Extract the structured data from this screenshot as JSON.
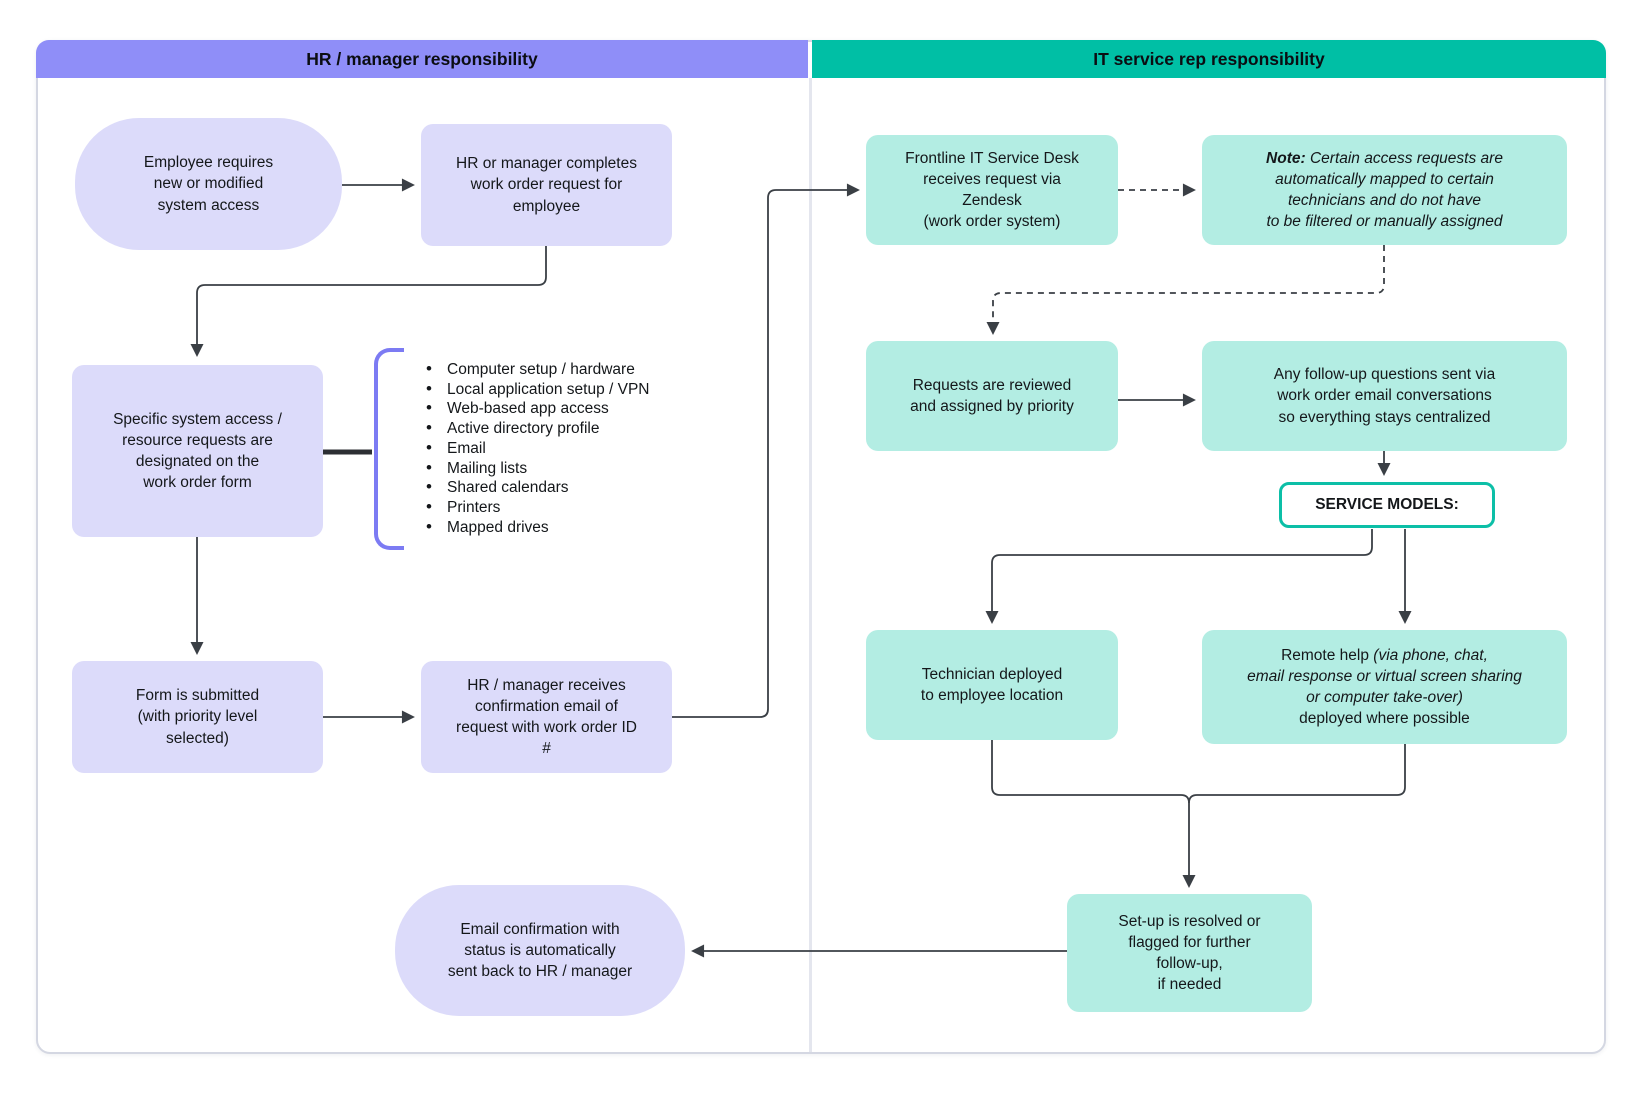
{
  "headers": {
    "left": "HR / manager responsibility",
    "right": "IT service rep responsibility"
  },
  "colors": {
    "hr_header": "#8f8ef8",
    "it_header": "#00bfa5",
    "hr_box": "#dcdbfa",
    "it_box": "#b3ede3",
    "bracket": "#7c7bf3",
    "connector": "#3a3f45",
    "service_models_border": "#0cbfa7"
  },
  "nodes": {
    "employee_requires": "Employee requires\nnew or modified\nsystem access",
    "hr_completes": "HR or manager completes\nwork order request for\nemployee",
    "specific_access": "Specific system access /\nresource requests are\ndesignated on the\nwork order form",
    "form_submitted": "Form is submitted\n(with priority level\nselected)",
    "hr_receives": "HR / manager receives\nconfirmation email of\nrequest with work order ID\n#",
    "email_confirmation": "Email confirmation with\nstatus is automatically\nsent back to HR / manager",
    "frontline_desk": "Frontline IT Service Desk\nreceives request via\nZendesk\n(work order system)",
    "note_bold": "Note:",
    "note_rest": " Certain access requests are\nautomatically mapped to certain\ntechnicians and do not have\nto be filtered or manually assigned",
    "requests_reviewed": "Requests are reviewed\nand assigned by priority",
    "follow_up": "Any follow-up questions sent via\nwork order email conversations\nso everything stays centralized",
    "service_models": "SERVICE MODELS:",
    "technician_deployed": "Technician deployed\nto employee location",
    "remote_help_normal": "Remote help ",
    "remote_help_italic": "(via phone, chat,\nemail response or virtual screen sharing\nor computer take-over)",
    "remote_help_suffix": "\ndeployed where possible",
    "setup_resolved": "Set-up is resolved or\nflagged for further\nfollow-up,\nif needed"
  },
  "request_items": [
    "Computer setup / hardware",
    "Local application setup / VPN",
    "Web-based app access",
    "Active directory profile",
    "Email",
    "Mailing lists",
    "Shared calendars",
    "Printers",
    "Mapped drives"
  ]
}
